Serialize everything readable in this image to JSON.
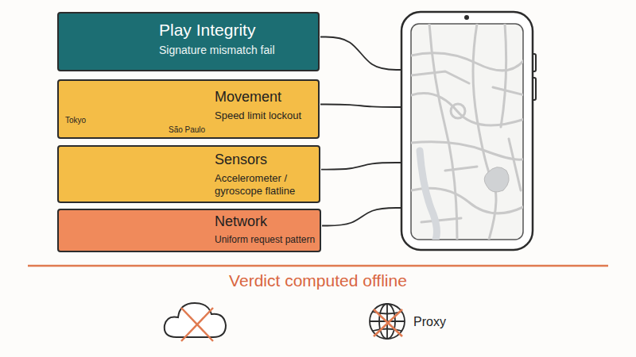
{
  "diagram": {
    "nodes": [
      {
        "text": [
          "Play Integrity",
          "Signature mismatch fail"
        ]
      },
      {
        "text": [
          "Movement",
          "Speed limit lockout"
        ]
      },
      {
        "text": [
          "Sensors",
          "Accelerometer / gyroscope flatline"
        ]
      },
      {
        "text": [
          "Network",
          "Uniform request pattern"
        ]
      }
    ],
    "labels": [
      "Tokyo",
      "São Paulo",
      "Verdict computed offline",
      "Proxy"
    ]
  }
}
